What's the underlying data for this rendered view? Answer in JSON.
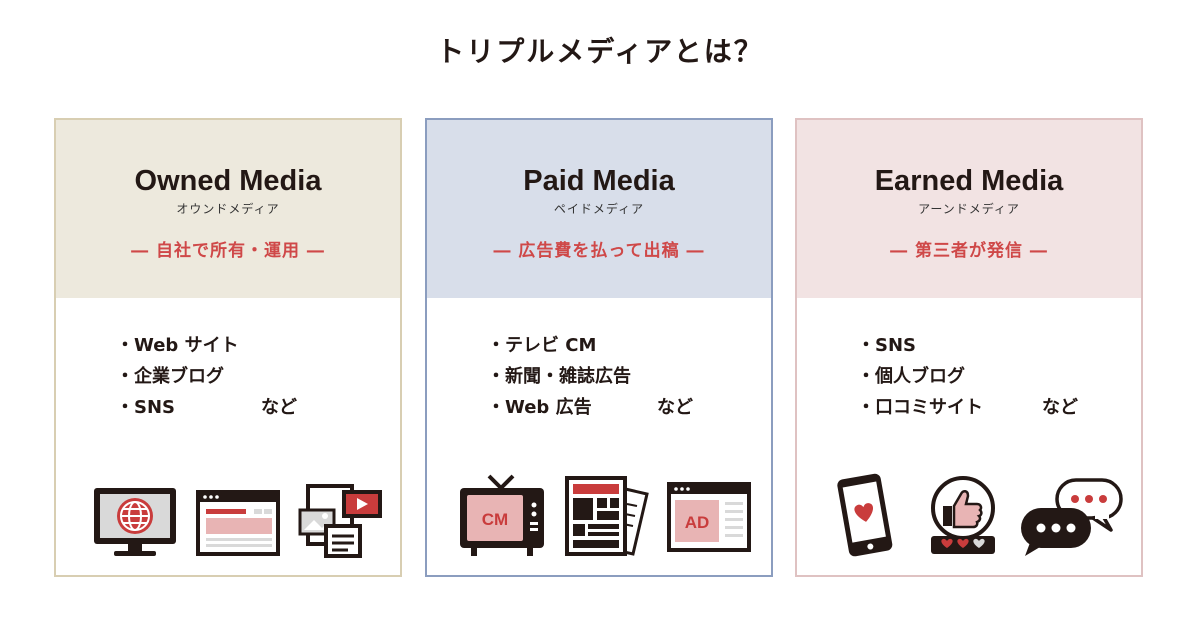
{
  "title": "トリプルメディアとは？",
  "colors": {
    "accent": "#cf4848",
    "dark": "#231815",
    "owned_bg": "#ede9dd",
    "owned_border": "#d8ceb2",
    "paid_bg": "#d8deea",
    "paid_border": "#8b9dbf",
    "earned_bg": "#f2e3e3",
    "earned_border": "#dfc2c2"
  },
  "cards": [
    {
      "title": "Owned Media",
      "reading": "オウンドメディア",
      "tagline": "― 自社で所有・運用 ―",
      "items": [
        "・Web サイト",
        "・企業ブログ",
        "・SNS"
      ],
      "etc": "など",
      "icons": [
        "globe-monitor-icon",
        "website-browser-icon",
        "media-documents-icon"
      ]
    },
    {
      "title": "Paid Media",
      "reading": "ペイドメディア",
      "tagline": "― 広告費を払って出稿 ―",
      "items": [
        "・テレビ CM",
        "・新聞・雑誌広告",
        "・Web 広告"
      ],
      "etc": "など",
      "icons": [
        "tv-icon",
        "newspaper-icon",
        "web-ad-icon"
      ],
      "icon_labels": {
        "tv": "CM",
        "web_ad": "AD"
      }
    },
    {
      "title": "Earned Media",
      "reading": "アーンドメディア",
      "tagline": "― 第三者が発信 ―",
      "items": [
        "・SNS",
        "・個人ブログ",
        "・口コミサイト"
      ],
      "etc": "など",
      "icons": [
        "smartphone-heart-icon",
        "thumbs-up-icon",
        "chat-bubbles-icon"
      ]
    }
  ]
}
